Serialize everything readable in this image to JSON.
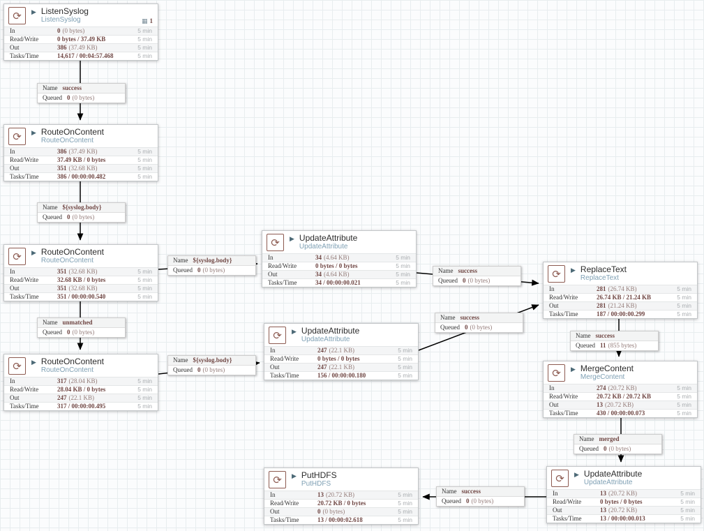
{
  "colors": {
    "processor_icon": "#8c5a50",
    "stat_value_text": "#6f4643",
    "processor_type_text": "#7fa0b4",
    "run_status_icon": "#4d6a77",
    "connector_line": "#000000"
  },
  "keys": {
    "name": "Name",
    "queued": "Queued"
  },
  "icons": {
    "processor_icon_glyph": "⟳",
    "run_status_glyph": "▶",
    "threads_badge_glyph": "▦"
  },
  "processors": [
    {
      "title": "ListenSyslog",
      "type": "ListenSyslog",
      "badge": "1",
      "rows": [
        {
          "label": "In",
          "bold": "0",
          "rest": "(0 bytes)",
          "window": "5 min"
        },
        {
          "label": "Read/Write",
          "bold": "0 bytes / 37.49 KB",
          "rest": "",
          "window": "5 min"
        },
        {
          "label": "Out",
          "bold": "386",
          "rest": "(37.49 KB)",
          "window": "5 min"
        },
        {
          "label": "Tasks/Time",
          "bold": "14,617 / 00:04:57.468",
          "rest": "",
          "window": "5 min"
        }
      ]
    },
    {
      "title": "RouteOnContent",
      "type": "RouteOnContent",
      "rows": [
        {
          "label": "In",
          "bold": "386",
          "rest": "(37.49 KB)",
          "window": "5 min"
        },
        {
          "label": "Read/Write",
          "bold": "37.49 KB / 0 bytes",
          "rest": "",
          "window": "5 min"
        },
        {
          "label": "Out",
          "bold": "351",
          "rest": "(32.68 KB)",
          "window": "5 min"
        },
        {
          "label": "Tasks/Time",
          "bold": "386 / 00:00:00.482",
          "rest": "",
          "window": "5 min"
        }
      ]
    },
    {
      "title": "RouteOnContent",
      "type": "RouteOnContent",
      "rows": [
        {
          "label": "In",
          "bold": "351",
          "rest": "(32.68 KB)",
          "window": "5 min"
        },
        {
          "label": "Read/Write",
          "bold": "32.68 KB / 0 bytes",
          "rest": "",
          "window": "5 min"
        },
        {
          "label": "Out",
          "bold": "351",
          "rest": "(32.68 KB)",
          "window": "5 min"
        },
        {
          "label": "Tasks/Time",
          "bold": "351 / 00:00:00.540",
          "rest": "",
          "window": "5 min"
        }
      ]
    },
    {
      "title": "RouteOnContent",
      "type": "RouteOnContent",
      "rows": [
        {
          "label": "In",
          "bold": "317",
          "rest": "(28.04 KB)",
          "window": "5 min"
        },
        {
          "label": "Read/Write",
          "bold": "28.04 KB / 0 bytes",
          "rest": "",
          "window": "5 min"
        },
        {
          "label": "Out",
          "bold": "247",
          "rest": "(22.1 KB)",
          "window": "5 min"
        },
        {
          "label": "Tasks/Time",
          "bold": "317 / 00:00:00.495",
          "rest": "",
          "window": "5 min"
        }
      ]
    },
    {
      "title": "UpdateAttribute",
      "type": "UpdateAttribute",
      "rows": [
        {
          "label": "In",
          "bold": "34",
          "rest": "(4.64 KB)",
          "window": "5 min"
        },
        {
          "label": "Read/Write",
          "bold": "0 bytes / 0 bytes",
          "rest": "",
          "window": "5 min"
        },
        {
          "label": "Out",
          "bold": "34",
          "rest": "(4.64 KB)",
          "window": "5 min"
        },
        {
          "label": "Tasks/Time",
          "bold": "34 / 00:00:00.021",
          "rest": "",
          "window": "5 min"
        }
      ]
    },
    {
      "title": "UpdateAttribute",
      "type": "UpdateAttribute",
      "rows": [
        {
          "label": "In",
          "bold": "247",
          "rest": "(22.1 KB)",
          "window": "5 min"
        },
        {
          "label": "Read/Write",
          "bold": "0 bytes / 0 bytes",
          "rest": "",
          "window": "5 min"
        },
        {
          "label": "Out",
          "bold": "247",
          "rest": "(22.1 KB)",
          "window": "5 min"
        },
        {
          "label": "Tasks/Time",
          "bold": "156 / 00:00:00.180",
          "rest": "",
          "window": "5 min"
        }
      ]
    },
    {
      "title": "ReplaceText",
      "type": "ReplaceText",
      "rows": [
        {
          "label": "In",
          "bold": "281",
          "rest": "(26.74 KB)",
          "window": "5 min"
        },
        {
          "label": "Read/Write",
          "bold": "26.74 KB / 21.24 KB",
          "rest": "",
          "window": "5 min"
        },
        {
          "label": "Out",
          "bold": "281",
          "rest": "(21.24 KB)",
          "window": "5 min"
        },
        {
          "label": "Tasks/Time",
          "bold": "187 / 00:00:00.299",
          "rest": "",
          "window": "5 min"
        }
      ]
    },
    {
      "title": "MergeContent",
      "type": "MergeContent",
      "rows": [
        {
          "label": "In",
          "bold": "274",
          "rest": "(20.72 KB)",
          "window": "5 min"
        },
        {
          "label": "Read/Write",
          "bold": "20.72 KB / 20.72 KB",
          "rest": "",
          "window": "5 min"
        },
        {
          "label": "Out",
          "bold": "13",
          "rest": "(20.72 KB)",
          "window": "5 min"
        },
        {
          "label": "Tasks/Time",
          "bold": "430 / 00:00:00.073",
          "rest": "",
          "window": "5 min"
        }
      ]
    },
    {
      "title": "UpdateAttribute",
      "type": "UpdateAttribute",
      "rows": [
        {
          "label": "In",
          "bold": "13",
          "rest": "(20.72 KB)",
          "window": "5 min"
        },
        {
          "label": "Read/Write",
          "bold": "0 bytes / 0 bytes",
          "rest": "",
          "window": "5 min"
        },
        {
          "label": "Out",
          "bold": "13",
          "rest": "(20.72 KB)",
          "window": "5 min"
        },
        {
          "label": "Tasks/Time",
          "bold": "13 / 00:00:00.013",
          "rest": "",
          "window": "5 min"
        }
      ]
    },
    {
      "title": "PutHDFS",
      "type": "PutHDFS",
      "rows": [
        {
          "label": "In",
          "bold": "13",
          "rest": "(20.72 KB)",
          "window": "5 min"
        },
        {
          "label": "Read/Write",
          "bold": "20.72 KB / 0 bytes",
          "rest": "",
          "window": "5 min"
        },
        {
          "label": "Out",
          "bold": "0",
          "rest": "(0 bytes)",
          "window": "5 min"
        },
        {
          "label": "Tasks/Time",
          "bold": "13 / 00:00:02.618",
          "rest": "",
          "window": "5 min"
        }
      ]
    }
  ],
  "connections": [
    {
      "name": "success",
      "queued_bold": "0",
      "queued_rest": "(0 bytes)"
    },
    {
      "name": "${syslog.body}",
      "queued_bold": "0",
      "queued_rest": "(0 bytes)"
    },
    {
      "name": "unmatched",
      "queued_bold": "0",
      "queued_rest": "(0 bytes)"
    },
    {
      "name": "${syslog.body}",
      "queued_bold": "0",
      "queued_rest": "(0 bytes)"
    },
    {
      "name": "${syslog.body}",
      "queued_bold": "0",
      "queued_rest": "(0 bytes)"
    },
    {
      "name": "success",
      "queued_bold": "0",
      "queued_rest": "(0 bytes)"
    },
    {
      "name": "success",
      "queued_bold": "0",
      "queued_rest": "(0 bytes)"
    },
    {
      "name": "success",
      "queued_bold": "11",
      "queued_rest": "(855 bytes)"
    },
    {
      "name": "merged",
      "queued_bold": "0",
      "queued_rest": "(0 bytes)"
    },
    {
      "name": "success",
      "queued_bold": "0",
      "queued_rest": "(0 bytes)"
    }
  ]
}
